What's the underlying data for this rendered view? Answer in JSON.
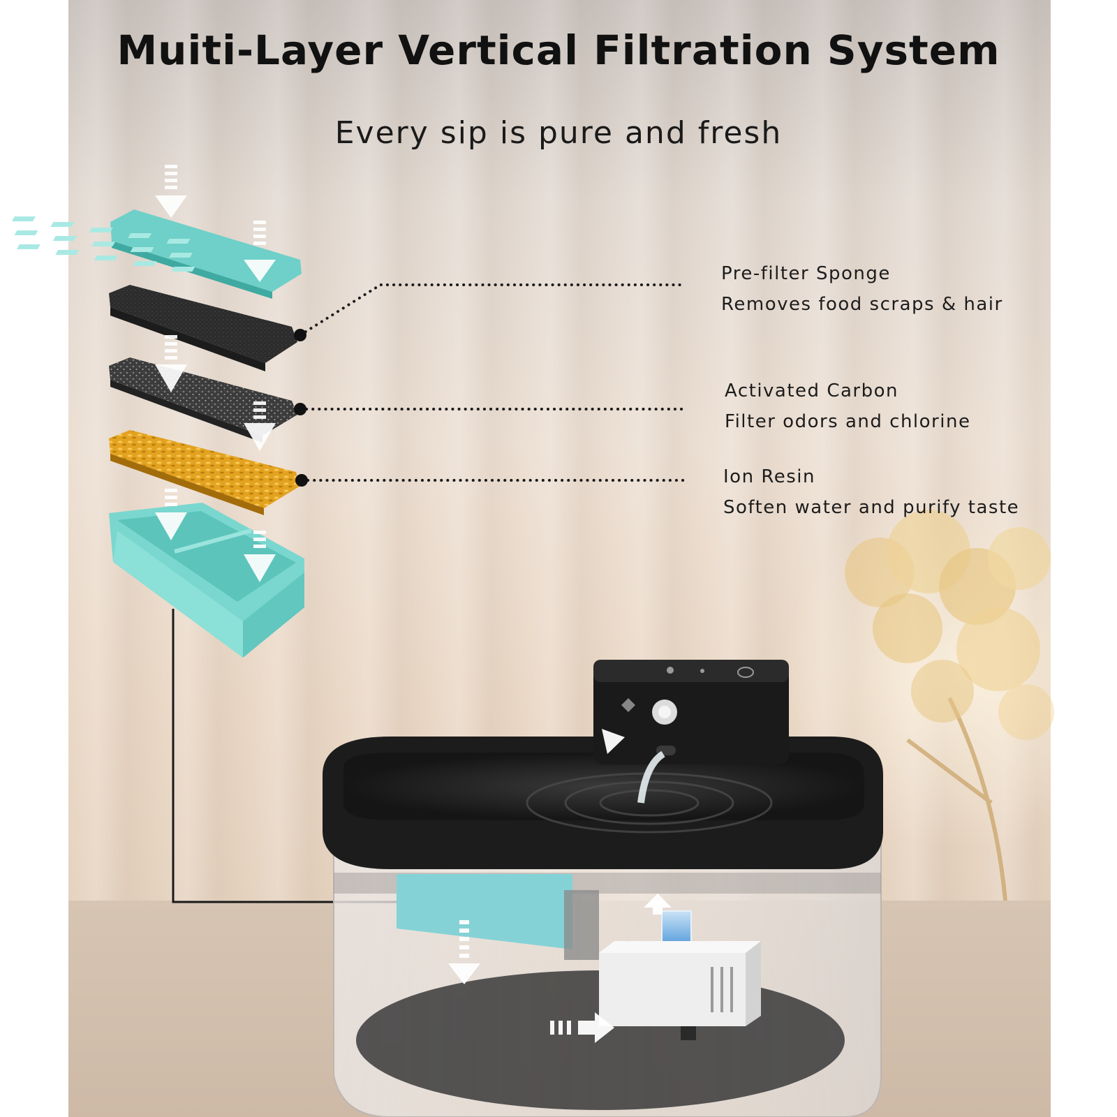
{
  "title": "Muiti-Layer Vertical Filtration System",
  "subtitle": "Every sip is pure and fresh",
  "layers": [
    {
      "name": "Pre-filter Sponge",
      "description": "Removes food scraps & hair"
    },
    {
      "name": "Activated Carbon",
      "description": "Filter odors and chlorine"
    },
    {
      "name": "Ion Resin",
      "description": "Soften water and purify taste"
    }
  ],
  "colors": {
    "tray_teal": "#7fd6cf",
    "sponge_black": "#2b2b2b",
    "carbon_gray": "#3a3a3a",
    "resin_amber": "#e0a321",
    "fountain_black": "#1e1e1e"
  }
}
